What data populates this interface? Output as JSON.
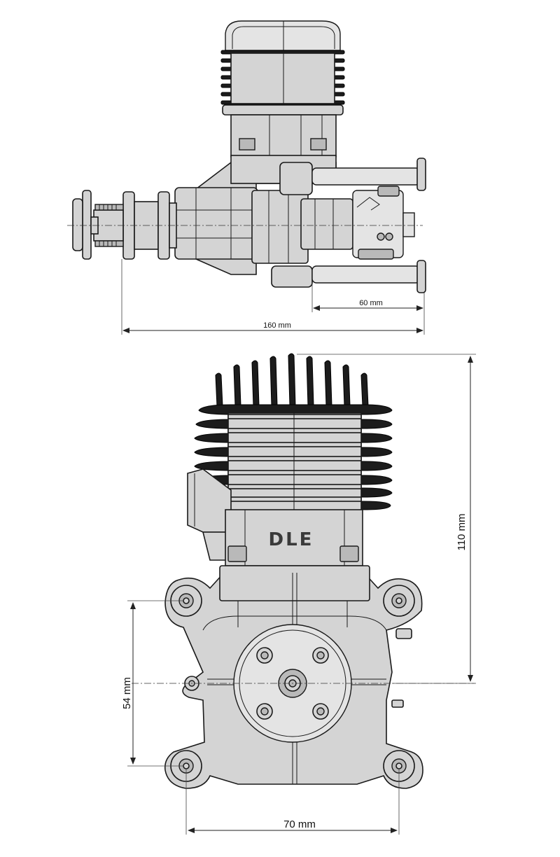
{
  "top_view": {
    "dimension_60": "60 mm",
    "dimension_160": "160 mm"
  },
  "front_view": {
    "logo": "DLE",
    "dimension_110": "110 mm",
    "dimension_54": "54 mm",
    "dimension_70": "70 mm"
  },
  "colors": {
    "metal": "#d4d4d4",
    "fins": "#1c1c1c",
    "lines": "#1a1a1a",
    "background": "#ffffff"
  }
}
